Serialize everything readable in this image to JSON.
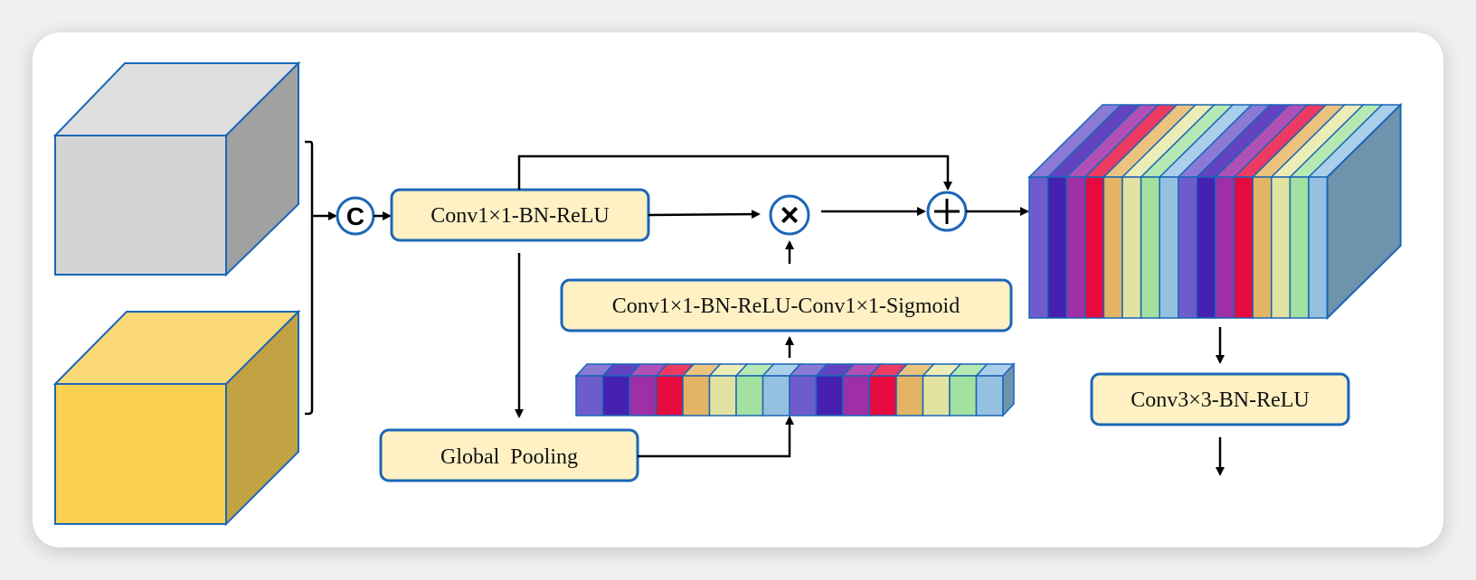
{
  "diagram": {
    "type": "neural-network-block",
    "inputs": [
      {
        "name": "input-feature-a",
        "front": "#d4d4d4",
        "top": "#dedede",
        "side": "#a1a1a1"
      },
      {
        "name": "input-feature-b",
        "front": "#fcd14f",
        "top": "#fbd977",
        "side": "#c2a243"
      }
    ],
    "operators": {
      "concat": "C",
      "multiply": "×",
      "add": "+"
    },
    "blocks": {
      "conv1": "Conv1×1-BN-ReLU",
      "attention": "Conv1×1-BN-ReLU-Conv1×1-Sigmoid",
      "pooling": "Global  Pooling",
      "conv3": "Conv3×3-BN-ReLU"
    },
    "channel_colors": [
      "#6f5ccc",
      "#4620b0",
      "#9e2fa6",
      "#e60a3e",
      "#e3b464",
      "#e3e3a1",
      "#a2e1a0",
      "#94c1e0",
      "#6f5ccc",
      "#4620b0",
      "#9e2fa6",
      "#e60a3e",
      "#e3b464",
      "#e3e3a1",
      "#a2e1a0",
      "#94c1e0"
    ],
    "channel_top_colors": [
      "#8a7ad6",
      "#6344c0",
      "#b050b6",
      "#ec3a62",
      "#ebc37f",
      "#ececb6",
      "#b6e8b4",
      "#aacfea",
      "#8a7ad6",
      "#6344c0",
      "#b050b6",
      "#ec3a62",
      "#ebc37f",
      "#ececb6",
      "#b6e8b4",
      "#aacfea"
    ],
    "stack_side_color": "#6e93ad",
    "vector_side_color": "#6e93ad",
    "colors": {
      "outline": "#1a66b8",
      "box_fill": "#fff1c4",
      "arrow": "#000000"
    }
  }
}
